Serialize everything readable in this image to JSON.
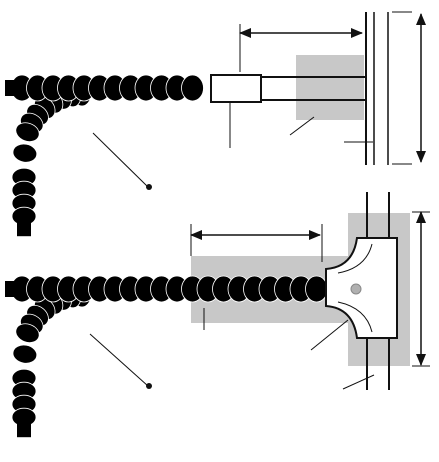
{
  "figure": {
    "panels": [
      {
        "name": "top",
        "description_text": "",
        "hose": "segmented-coolant-hose",
        "connector": "small-rectangular-fitting",
        "shaded_region": true
      },
      {
        "name": "bottom",
        "description_text": "",
        "hose": "segmented-coolant-hose",
        "connector": "t-manifold-block",
        "shaded_region": true
      }
    ],
    "colors": {
      "hose": "#000000",
      "shading": "#c8c8c8",
      "line": "#111111",
      "background": "#ffffff"
    }
  }
}
